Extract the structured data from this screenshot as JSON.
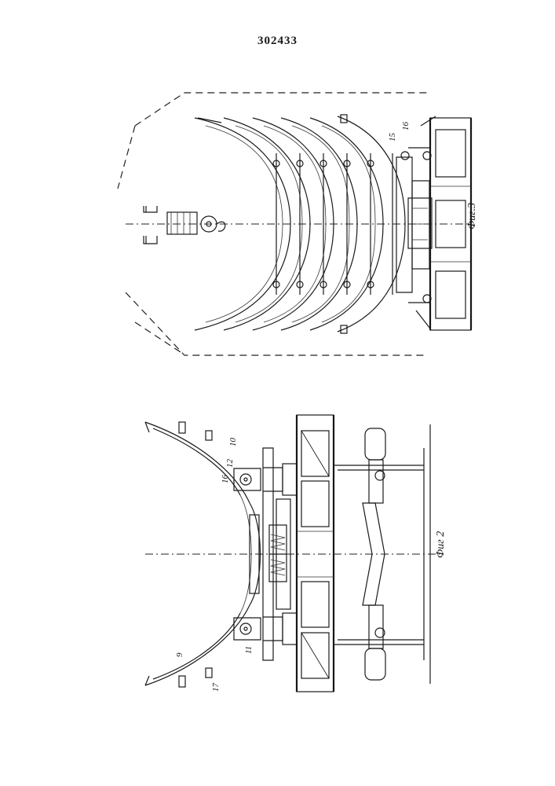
{
  "document": {
    "patent_number": "302433"
  },
  "figure_2": {
    "caption": "Фиг 2",
    "labels": [
      "9",
      "10",
      "11",
      "12",
      "16",
      "17"
    ]
  },
  "figure_3": {
    "caption": "Фиг.3",
    "labels": [
      "15",
      "16"
    ]
  }
}
